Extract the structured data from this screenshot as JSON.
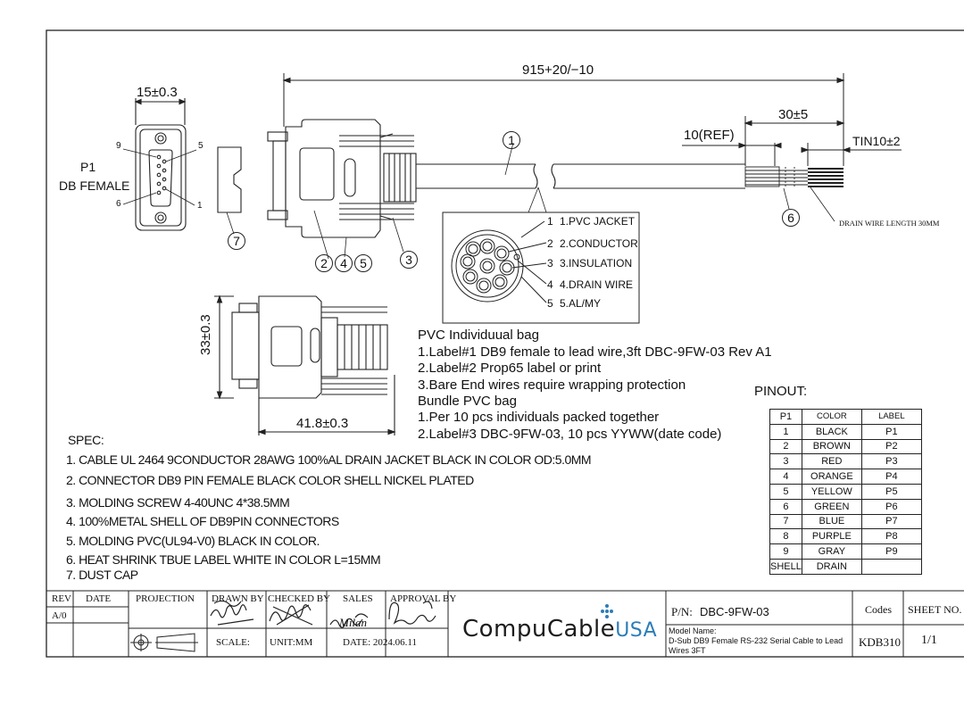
{
  "cable": {
    "length_dim": "915+20/−10",
    "strip_dim": "30±5",
    "ref_dim": "10(REF)",
    "tin_dim": "TIN10±2",
    "drain_note": "DRAIN WIRE LENGTH 30MM"
  },
  "connector_face": {
    "width_dim": "15±0.3",
    "label_line1": "P1",
    "label_line2": "DB FEMALE",
    "pin_9": "9",
    "pin_5": "5",
    "pin_6": "6",
    "pin_1": "1"
  },
  "callouts": [
    "1",
    "2",
    "4",
    "5",
    "3",
    "7",
    "6"
  ],
  "cross_section": [
    {
      "num": "1",
      "label": "1.PVC JACKET"
    },
    {
      "num": "2",
      "label": "2.CONDUCTOR"
    },
    {
      "num": "3",
      "label": "3.INSULATION"
    },
    {
      "num": "4",
      "label": "4.DRAIN WIRE"
    },
    {
      "num": "5",
      "label": "5.AL/MY"
    }
  ],
  "side_view": {
    "height_dim": "33±0.3",
    "length_dim": "41.8±0.3"
  },
  "packaging_notes": [
    "PVC Individuual bag",
    "1.Label#1 DB9 female to lead wire,3ft DBC-9FW-03 Rev A1",
    "2.Label#2 Prop65 label or print",
    "3.Bare End wires require wrapping protection",
    "Bundle PVC bag",
    "1.Per 10 pcs individuals packed together",
    "2.Label#3 DBC-9FW-03, 10 pcs YYWW(date code)"
  ],
  "spec": {
    "title": "SPEC:",
    "items": [
      "1. CABLE UL 2464 9CONDUCTOR 28AWG 100%AL DRAIN JACKET BLACK IN COLOR OD:5.0MM",
      "2. CONNECTOR DB9 PIN FEMALE BLACK COLOR SHELL NICKEL PLATED",
      "3. MOLDING SCREW 4-40UNC 4*38.5MM",
      "4. 100%METAL SHELL OF DB9PIN CONNECTORS",
      "5. MOLDING PVC(UL94-V0) BLACK IN COLOR.",
      "6. HEAT SHRINK TBUE LABEL WHITE IN COLOR L=15MM",
      "7. DUST CAP"
    ]
  },
  "pinout": {
    "title": "PINOUT:",
    "headers": [
      "P1",
      "COLOR",
      "LABEL"
    ],
    "rows": [
      [
        "1",
        "BLACK",
        "P1"
      ],
      [
        "2",
        "BROWN",
        "P2"
      ],
      [
        "3",
        "RED",
        "P3"
      ],
      [
        "4",
        "ORANGE",
        "P4"
      ],
      [
        "5",
        "YELLOW",
        "P5"
      ],
      [
        "6",
        "GREEN",
        "P6"
      ],
      [
        "7",
        "BLUE",
        "P7"
      ],
      [
        "8",
        "PURPLE",
        "P8"
      ],
      [
        "9",
        "GRAY",
        "P9"
      ],
      [
        "SHELL",
        "DRAIN",
        ""
      ]
    ]
  },
  "title_block": {
    "rev_label": "REV",
    "rev_value": "A/0",
    "date_label": "DATE",
    "projection_label": "PROJECTION",
    "drawn_by_label": "DRAWN BY",
    "checked_by_label": "CHECKED BY",
    "sales_label": "SALES",
    "approval_by_label": "APPROVAL BY",
    "scale_label": "SCALE:",
    "unit_label": "UNIT:MM",
    "date_value": "DATE: 2024.06.11",
    "sales_signature": "Milan",
    "brand_main": "CompuCable",
    "brand_accent": "USA",
    "pn_label": "P/N:",
    "pn_value": "DBC-9FW-03",
    "model_name_label": "Model Name:",
    "model_name_value": "D-Sub DB9 Female RS-232 Serial Cable to Lead Wires 3FT",
    "codes_label": "Codes",
    "codes_value": "KDB310",
    "sheet_label": "SHEET NO.",
    "sheet_value": "1/1"
  },
  "colors": {
    "line": "#222222",
    "brand_accent": "#2c7db8"
  }
}
